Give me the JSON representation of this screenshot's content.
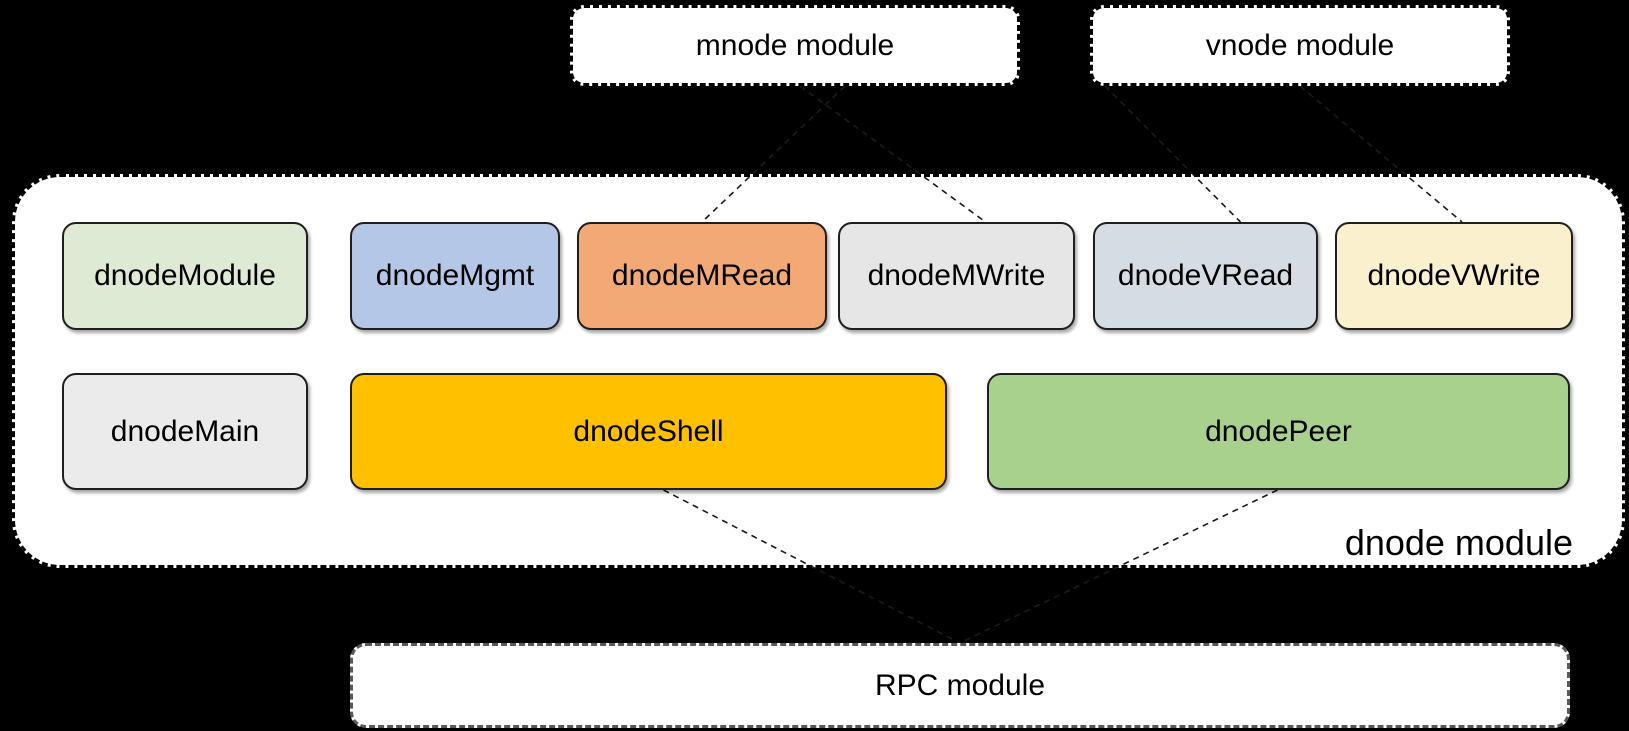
{
  "top_modules": [
    {
      "id": "mnode",
      "label": "mnode module"
    },
    {
      "id": "vnode",
      "label": "vnode module"
    }
  ],
  "dnode_module": {
    "label": "dnode module",
    "row1": [
      {
        "id": "dnodeModule",
        "label": "dnodeModule",
        "color": "#dfead5"
      },
      {
        "id": "dnodeMgmt",
        "label": "dnodeMgmt",
        "color": "#b4c7e7"
      },
      {
        "id": "dnodeMRead",
        "label": "dnodeMRead",
        "color": "#f3a975"
      },
      {
        "id": "dnodeMWrite",
        "label": "dnodeMWrite",
        "color": "#e7e6e6"
      },
      {
        "id": "dnodeVRead",
        "label": "dnodeVRead",
        "color": "#d6dce4"
      },
      {
        "id": "dnodeVWrite",
        "label": "dnodeVWrite",
        "color": "#fbf0cd"
      }
    ],
    "row2": [
      {
        "id": "dnodeMain",
        "label": "dnodeMain",
        "color": "#ebebeb"
      },
      {
        "id": "dnodeShell",
        "label": "dnodeShell",
        "color": "#ffc000"
      },
      {
        "id": "dnodePeer",
        "label": "dnodePeer",
        "color": "#a9d18e"
      }
    ]
  },
  "rpc_module": {
    "id": "rpc",
    "label": "RPC module"
  },
  "connections": [
    {
      "from": "mnode",
      "to": "dnodeMRead"
    },
    {
      "from": "mnode",
      "to": "dnodeMWrite"
    },
    {
      "from": "vnode",
      "to": "dnodeVRead"
    },
    {
      "from": "vnode",
      "to": "dnodeVWrite"
    },
    {
      "from": "dnodeShell",
      "to": "rpc"
    },
    {
      "from": "dnodePeer",
      "to": "rpc"
    }
  ],
  "colors": {
    "background": "#000000",
    "panel": "#ffffff",
    "text": "#000000",
    "connector": "#1a1a1a"
  }
}
